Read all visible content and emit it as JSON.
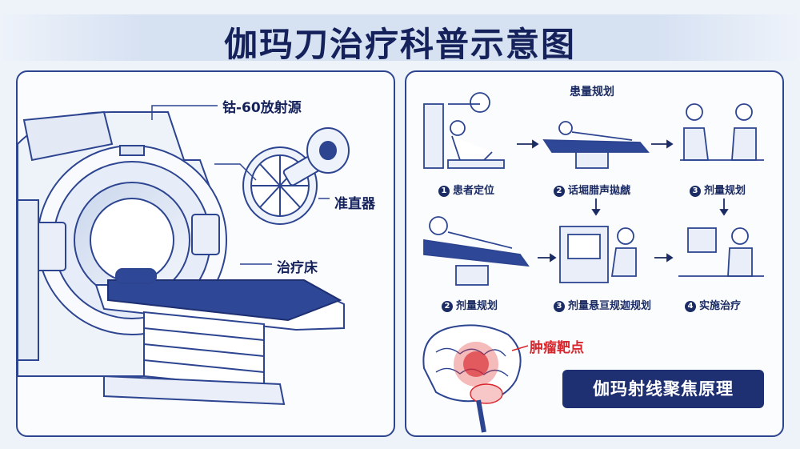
{
  "title": "伽玛刀治疗科普示意图",
  "device": {
    "labels": {
      "source": "钴-60放射源",
      "collimator": "准直器",
      "couch": "治疗床"
    }
  },
  "workflow": {
    "top": "患量规划",
    "steps": [
      {
        "num": "1",
        "label": "患者定位"
      },
      {
        "num": "2",
        "label": "话堀腊声拋虤"
      },
      {
        "num": "3",
        "label": "剂量规划"
      },
      {
        "num": "2",
        "label": "剂量规划"
      },
      {
        "num": "3",
        "label": "剂量悬亘规迦规划"
      },
      {
        "num": "4",
        "label": "实施治疗"
      }
    ]
  },
  "brain": {
    "tumor_label": "肿瘤靶点",
    "principle": "伽玛射线聚焦原理"
  },
  "colors": {
    "navy": "#1e2f72",
    "outline": "#2d4591",
    "tumor": "#d8262c"
  }
}
